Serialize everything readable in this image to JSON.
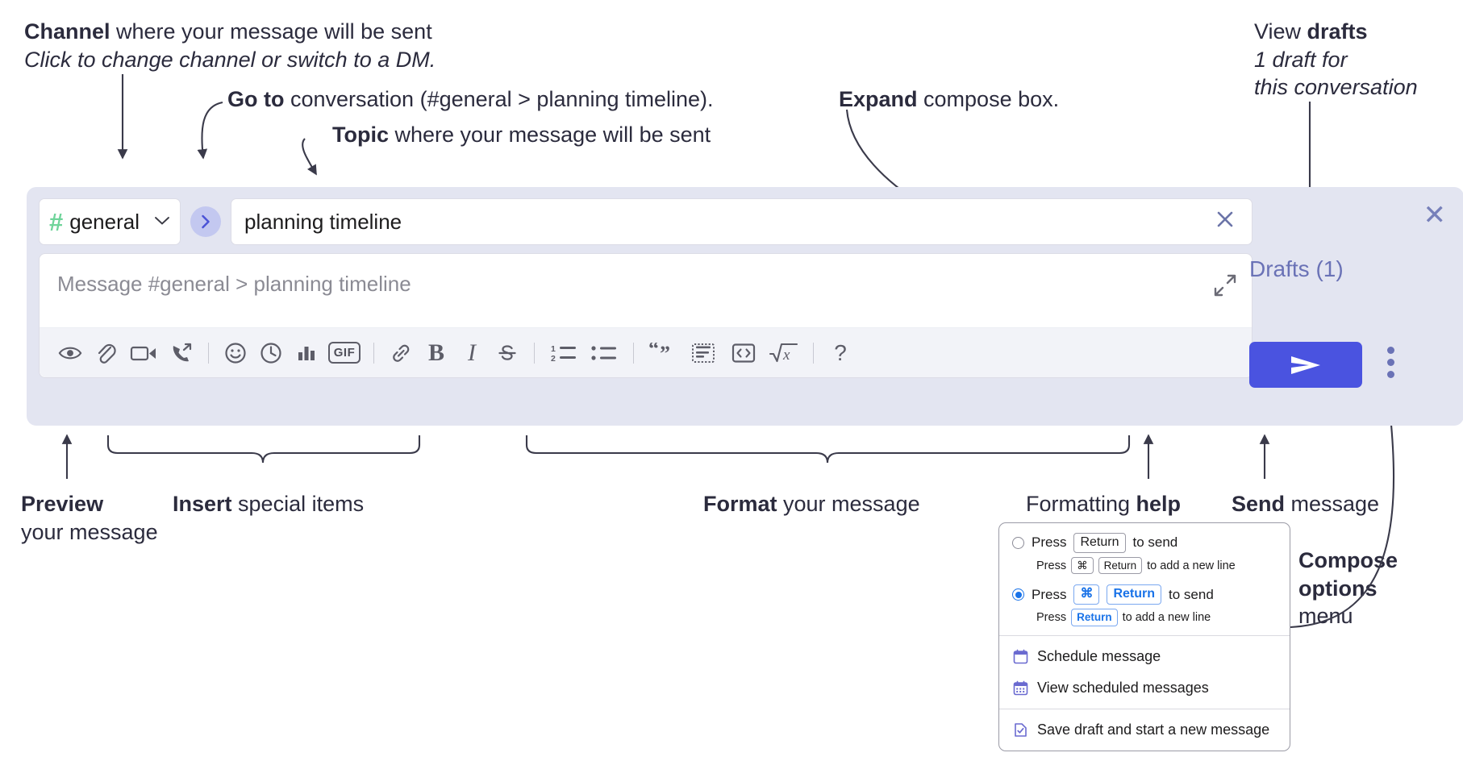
{
  "annotations": {
    "channel": {
      "bold": "Channel",
      "rest": " where your message will be sent",
      "italic": "Click to change channel or switch to a DM."
    },
    "goto": {
      "bold": "Go to",
      "rest": " conversation (#general > planning timeline)."
    },
    "topic": {
      "bold": "Topic",
      "rest": " where your message will be sent"
    },
    "expand": {
      "bold": "Expand",
      "rest": " compose box."
    },
    "drafts": {
      "line1_plain": "View ",
      "line1_bold": "drafts",
      "line2": "1 draft for",
      "line3": "this conversation"
    },
    "preview": {
      "bold": "Preview",
      "line2": "your message"
    },
    "insert": {
      "bold": "Insert",
      "rest": " special items"
    },
    "format": {
      "bold": "Format",
      "rest": " your message"
    },
    "help": {
      "plain": "Formatting ",
      "bold": "help"
    },
    "send": {
      "bold": "Send",
      "rest": " message"
    },
    "compose_options": {
      "line1": "Compose",
      "line2": "options",
      "line3": "menu"
    }
  },
  "compose": {
    "channel": {
      "hash": "#",
      "name": "general",
      "chevron": "⌄"
    },
    "goto_button_glyph": "›",
    "topic": {
      "value": "planning timeline",
      "clear_glyph": "✕"
    },
    "message": {
      "placeholder": "Message #general > planning timeline"
    },
    "panel_close_glyph": "✕",
    "drafts_label": "Drafts (1)",
    "toolbar": [
      {
        "name": "preview-icon",
        "label": "Preview"
      },
      {
        "name": "attachment-icon",
        "label": "Attach file"
      },
      {
        "name": "video-icon",
        "label": "Record video clip"
      },
      {
        "name": "audio-call-icon",
        "label": "Record audio clip"
      },
      {
        "name": "emoji-icon",
        "label": "Emoji"
      },
      {
        "name": "clock-icon",
        "label": "Reminder"
      },
      {
        "name": "poll-icon",
        "label": "Poll"
      },
      {
        "name": "gif-icon",
        "label": "GIF"
      },
      {
        "name": "link-icon",
        "label": "Link"
      },
      {
        "name": "bold-icon",
        "label": "B"
      },
      {
        "name": "italic-icon",
        "label": "I"
      },
      {
        "name": "strikethrough-icon",
        "label": "Strikethrough"
      },
      {
        "name": "ordered-list-icon",
        "label": "Ordered list"
      },
      {
        "name": "bulleted-list-icon",
        "label": "Bulleted list"
      },
      {
        "name": "blockquote-icon",
        "label": "Blockquote"
      },
      {
        "name": "code-block-icon",
        "label": "Code block"
      },
      {
        "name": "code-icon",
        "label": "Code"
      },
      {
        "name": "math-icon",
        "label": "Math"
      },
      {
        "name": "help-icon",
        "label": "?"
      }
    ],
    "gif_label": "GIF",
    "bold_label": "B",
    "italic_label": "I",
    "help_label": "?"
  },
  "options_menu": {
    "option1": {
      "pre": "Press",
      "key": "Return",
      "post": "to send",
      "selected": false,
      "sub_pre": "Press",
      "sub_key1": "⌘",
      "sub_key2": "Return",
      "sub_post": "to add a new line"
    },
    "option2": {
      "pre": "Press",
      "key1": "⌘",
      "key2": "Return",
      "post": "to send",
      "selected": true,
      "sub_pre": "Press",
      "sub_key": "Return",
      "sub_post": "to add a new line"
    },
    "items": [
      {
        "icon": "calendar-schedule-icon",
        "label": "Schedule message"
      },
      {
        "icon": "calendar-list-icon",
        "label": "View scheduled messages"
      },
      {
        "icon": "save-draft-icon",
        "label": "Save draft and start a new message"
      }
    ]
  },
  "colors": {
    "panel_bg": "#e3e5f1",
    "accent_purple": "#4a53e0",
    "hash_green": "#6fd49a",
    "link_blue": "#1a73e8",
    "text": "#2b2b3d"
  }
}
